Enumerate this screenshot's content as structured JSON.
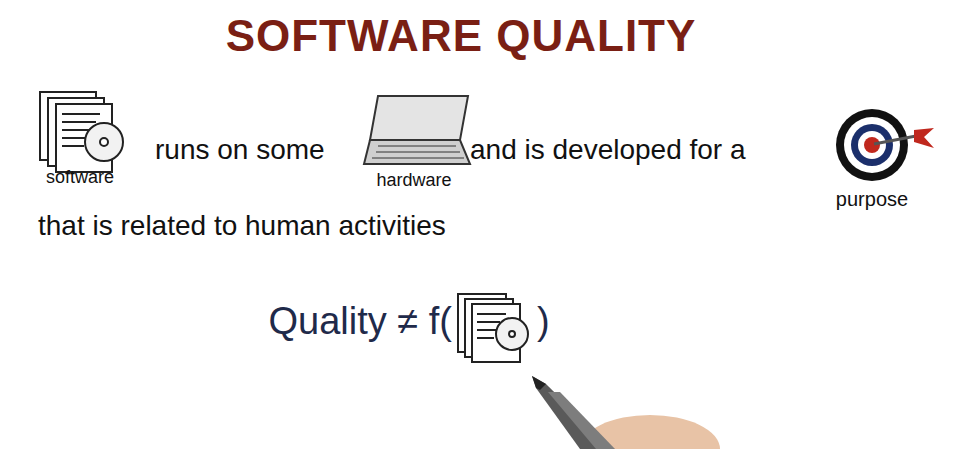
{
  "diagram": {
    "title": "SOFTWARE QUALITY",
    "labels": [
      "software",
      "runs on some",
      "hardware",
      "and is developed for a",
      "purpose",
      "that is related to human activities",
      "Quality ≠ f(",
      ")"
    ]
  }
}
